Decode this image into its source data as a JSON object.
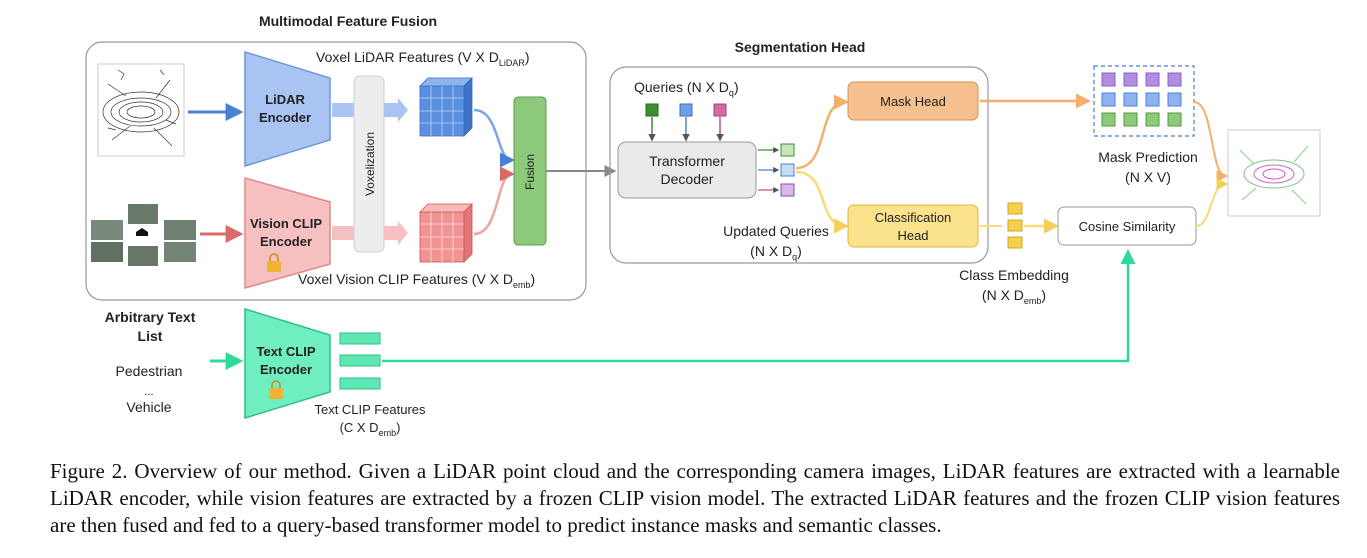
{
  "titles": {
    "multimodal": "Multimodal Feature Fusion",
    "segmentation_head": "Segmentation Head"
  },
  "encoders": {
    "lidar": [
      "LiDAR",
      "Encoder"
    ],
    "vision_clip": [
      "Vision CLIP",
      "Encoder"
    ],
    "text_clip": [
      "Text CLIP",
      "Encoder"
    ]
  },
  "blocks": {
    "voxelization": "Voxelization",
    "fusion": "Fusion",
    "transformer_decoder": [
      "Transformer",
      "Decoder"
    ],
    "mask_head": "Mask Head",
    "classification_head": [
      "Classification",
      "Head"
    ],
    "cosine_similarity": "Cosine Similarity"
  },
  "features": {
    "voxel_lidar": {
      "text": "Voxel LiDAR Features (V X D",
      "sub": "LiDAR",
      "close": ")"
    },
    "voxel_vision": {
      "text": "Voxel Vision CLIP Features (V X D",
      "sub": "emb",
      "close": ")"
    },
    "queries": {
      "text": "Queries (N X D",
      "sub": "q",
      "close": ")"
    },
    "updated_queries": {
      "line1": "Updated Queries",
      "line2": "(N X D",
      "sub": "q",
      "close": ")"
    },
    "mask_prediction": {
      "line1": "Mask Prediction",
      "line2": "(N X V)"
    },
    "class_embedding": {
      "line1": "Class Embedding",
      "line2": "(N X D",
      "sub": "emb",
      "close": ")"
    },
    "text_clip_features": {
      "line1": "Text CLIP Features",
      "line2": "(C X D",
      "sub": "emb",
      "close": ")"
    }
  },
  "text_list": {
    "title": [
      "Arbitrary Text",
      "List"
    ],
    "items": [
      "Pedestrian",
      "...",
      "Vehicle"
    ]
  },
  "colors": {
    "lidar": "#7aa6e8",
    "vision": "#f0a3a3",
    "text": "#3de8a6",
    "fusion": "#8cc97a",
    "mask_head": "#f7c08f",
    "class_head": "#fbe28d",
    "orange_arrow": "#f4b06a",
    "yellow_arrow": "#f9d97a"
  },
  "caption": "Figure 2. Overview of our method. Given a LiDAR point cloud and the corresponding camera images, LiDAR features are extracted with a learnable LiDAR encoder, while vision features are extracted by a frozen CLIP vision model. The extracted LiDAR features and the frozen CLIP vision features are then fused and fed to a query-based transformer model to predict instance masks and semantic classes."
}
